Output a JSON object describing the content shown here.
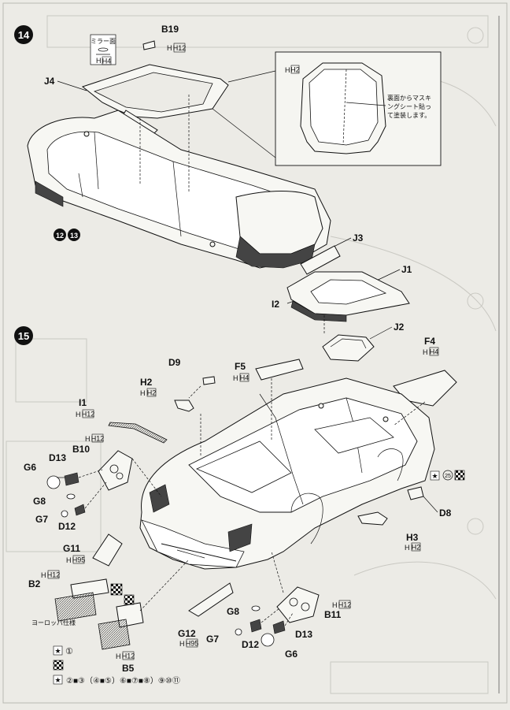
{
  "steps": {
    "step14": "14",
    "step15": "15",
    "step12_13": [
      "12",
      "13"
    ]
  },
  "parts": {
    "B19": "B19",
    "J4": "J4",
    "J3": "J3",
    "J1": "J1",
    "I2": "I2",
    "J2": "J2",
    "D9": "D9",
    "H2": "H2",
    "I1": "I1",
    "F5": "F5",
    "F4": "F4",
    "B10": "B10",
    "G6": "G6",
    "D13": "D13",
    "G8": "G8",
    "G7": "G7",
    "D12": "D12",
    "G11": "G11",
    "B2": "B2",
    "B5": "B5",
    "G12": "G12",
    "B11": "B11",
    "D8": "D8",
    "H3": "H3",
    "G8b": "G8",
    "G7b": "G7",
    "D12b": "D12",
    "D13b": "D13",
    "G6b": "G6"
  },
  "paint_codes": {
    "H12": "H12",
    "H4": "H4",
    "H2": "H2",
    "H95": "H95",
    "star25": "25"
  },
  "notes": {
    "mirror_paint": "ミラー面",
    "masking_line1": "裏面からマスキ",
    "masking_line2": "ングシート貼っ",
    "masking_line3": "て塗装します。",
    "europe_spec": "ヨーロッパ仕様",
    "decal_1": "①",
    "decal_seq": "②■③（④■⑤）⑥■⑦■⑧）⑨⑩⑪"
  }
}
